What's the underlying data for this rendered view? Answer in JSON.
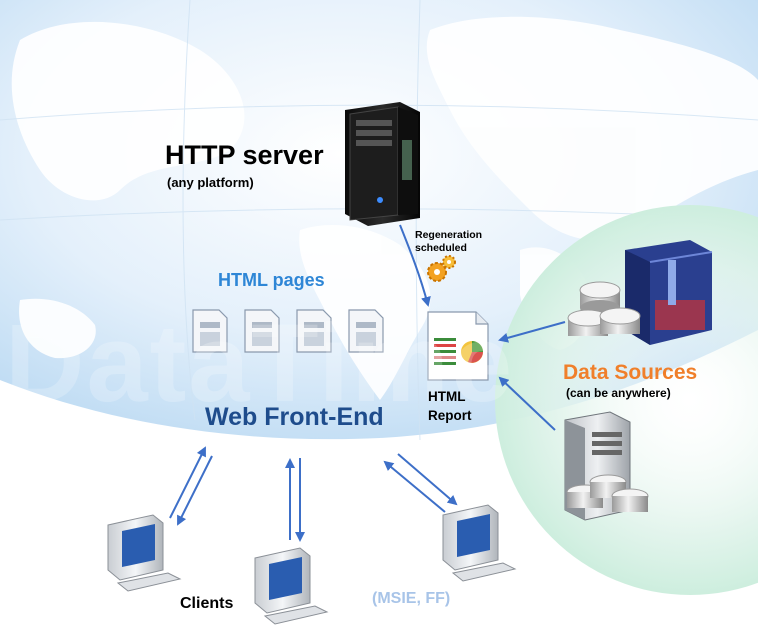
{
  "watermark": "DataTime",
  "server": {
    "title": "HTTP server",
    "subtitle": "(any platform)",
    "icon": "server-tower-icon"
  },
  "regeneration": {
    "line1": "Regeneration",
    "line2": "scheduled",
    "icon": "gears-icon"
  },
  "html_pages": {
    "label": "HTML pages",
    "count": 4,
    "icon": "html-page-icon"
  },
  "report": {
    "line1": "HTML",
    "line2": "Report",
    "icon": "html-report-icon"
  },
  "data_sources": {
    "title": "Data Sources",
    "subtitle": "(can be anywhere)",
    "icons": [
      "mainframe-icon",
      "database-icon",
      "pc-server-icon"
    ]
  },
  "front_end": {
    "label": "Web Front-End"
  },
  "clients": {
    "label": "Clients",
    "browsers": "(MSIE, FF)",
    "count": 3,
    "icon": "imac-computer-icon"
  },
  "colors": {
    "accent_blue": "#2e86d6",
    "front_end_blue": "#1e4c8c",
    "data_sources_orange": "#f07f2a",
    "arrow_blue": "#3d6fc8",
    "browsers_light_blue": "#a8c4e8"
  }
}
